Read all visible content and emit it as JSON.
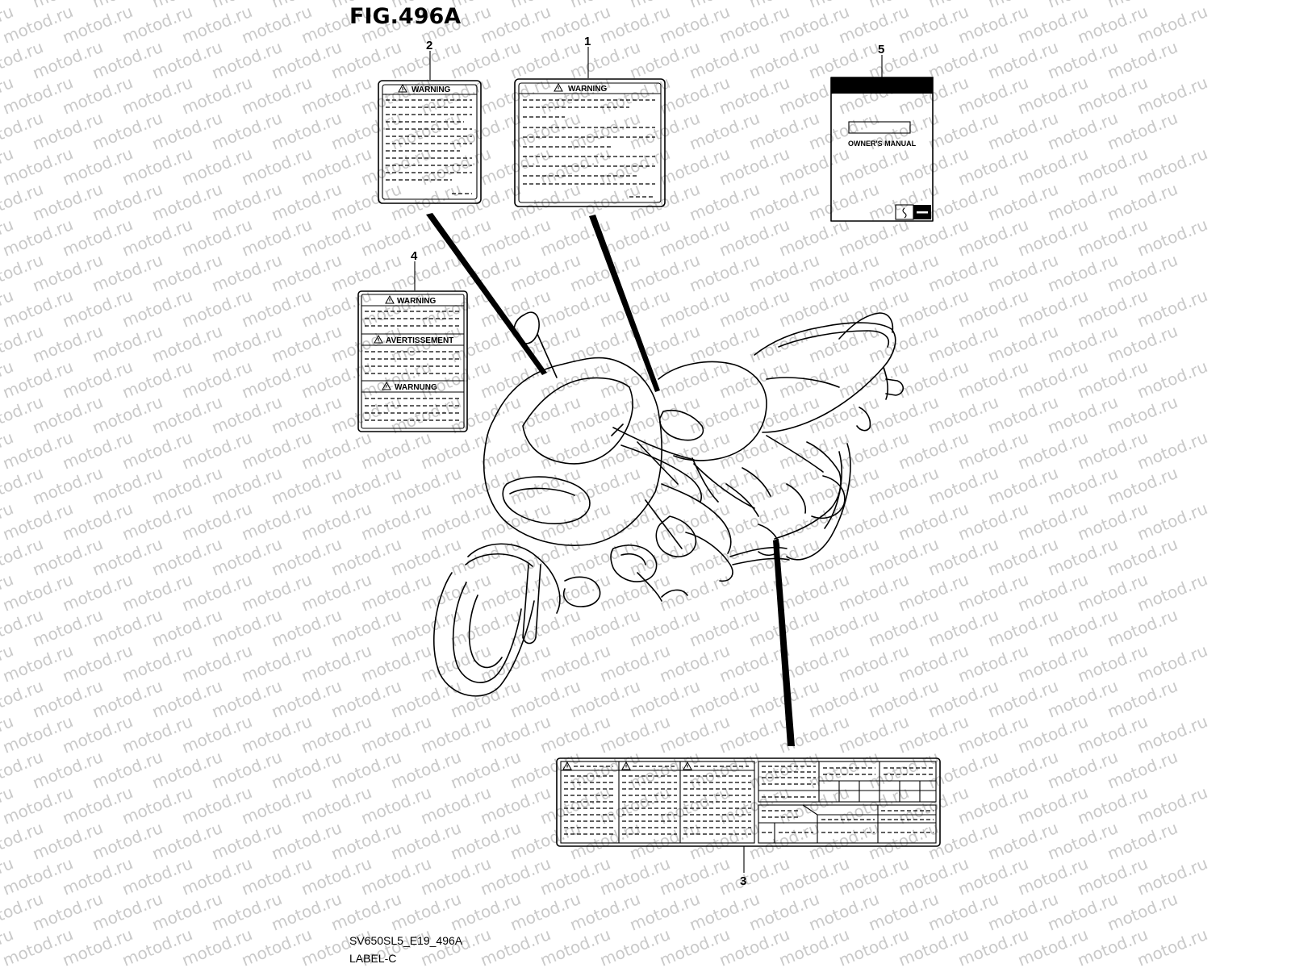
{
  "figure": {
    "title": "FIG.496A",
    "code": "SV650SL5_E19_496A",
    "section": "LABEL-C"
  },
  "watermark": {
    "text": "motod.ru"
  },
  "callouts": [
    "1",
    "2",
    "3",
    "4",
    "5"
  ],
  "labels": {
    "label_1": {
      "heading": "WARNING"
    },
    "label_2": {
      "heading": "WARNING"
    },
    "label_4": {
      "headings": [
        "WARNING",
        "AVERTISSEMENT",
        "WARNUNG"
      ]
    },
    "label_5": {
      "text": "OWNER'S MANUAL"
    }
  },
  "colors": {
    "line": "#000000",
    "watermark": "#c9c9c9",
    "background": "#ffffff"
  }
}
